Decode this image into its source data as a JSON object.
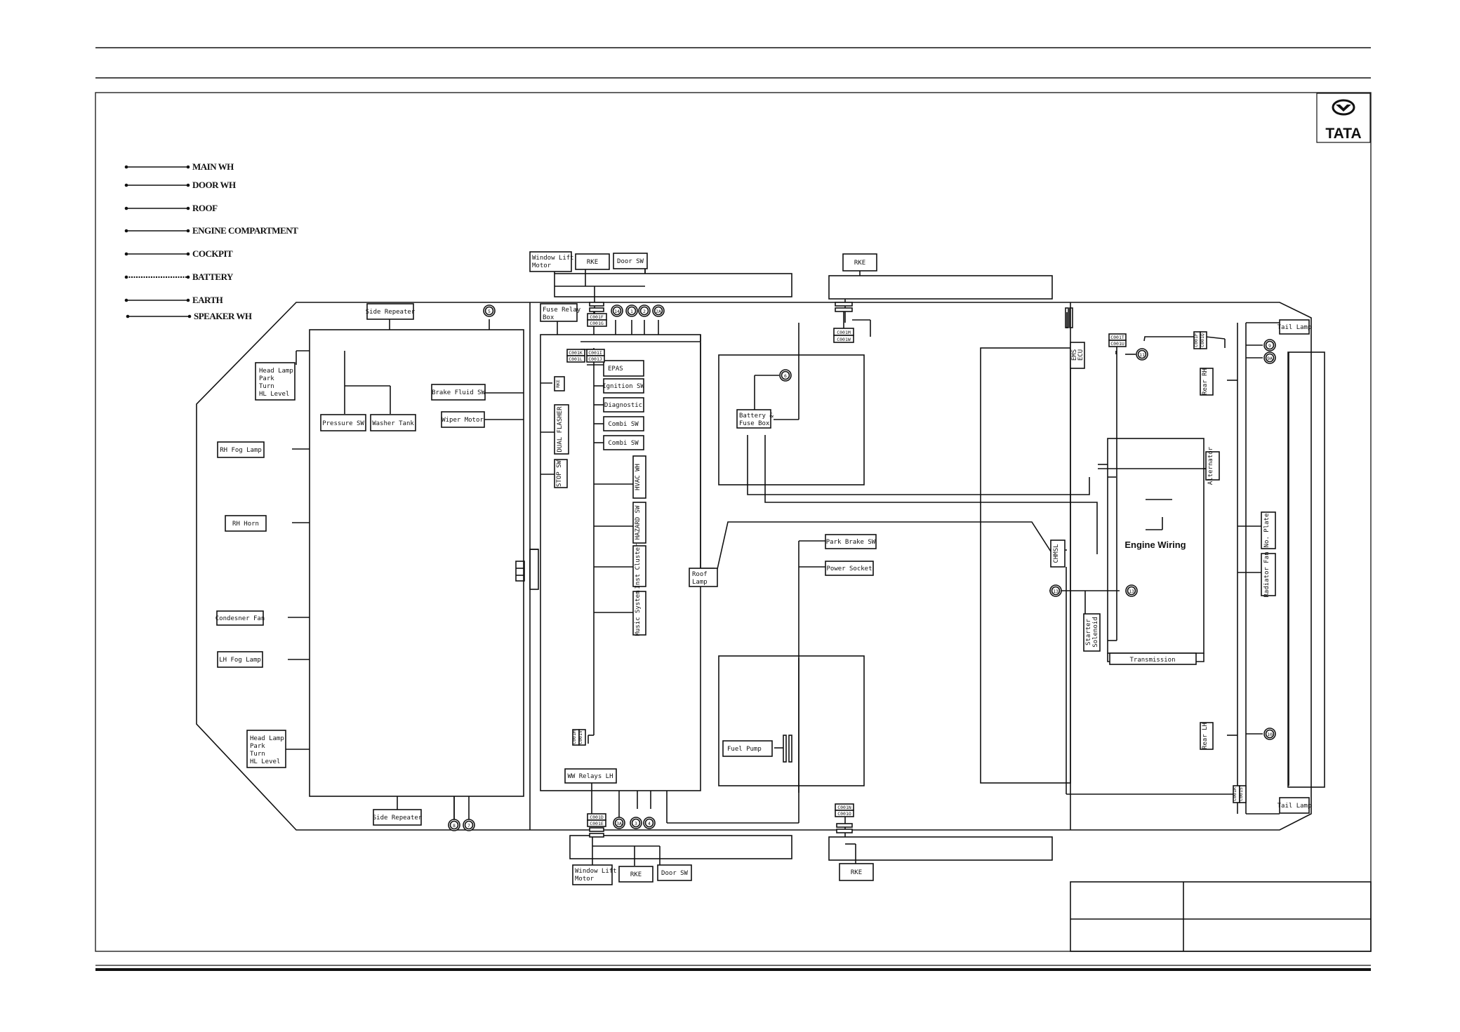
{
  "brand": {
    "logo_text": "TATA"
  },
  "legend": [
    {
      "label": "MAIN WH",
      "style": "solid"
    },
    {
      "label": "DOOR WH",
      "style": "solid"
    },
    {
      "label": "ROOF",
      "style": "solid"
    },
    {
      "label": "ENGINE COMPARTMENT",
      "style": "solid"
    },
    {
      "label": "COCKPIT",
      "style": "solid"
    },
    {
      "label": "BATTERY",
      "style": "dashed"
    },
    {
      "label": "EARTH",
      "style": "solid"
    },
    {
      "label": "SPEAKER WH",
      "style": "solid"
    }
  ],
  "front": {
    "side_repeater_top": "Side Repeater",
    "side_repeater_bottom": "Side Repeater",
    "head_lamp_top": [
      "Head Lamp",
      "Park",
      "Turn",
      "HL Level"
    ],
    "head_lamp_bottom": [
      "Head Lamp",
      "Park",
      "Turn",
      "HL Level"
    ],
    "rh_fog_lamp": "RH Fog Lamp",
    "rh_horn": "RH Horn",
    "condenser_fan": "Condesner Fan",
    "lh_fog_lamp": "LH Fog Lamp",
    "pressure_sw": "Pressure SW",
    "washer_tank": "Washer Tank",
    "brake_fluid_sw": "Brake Fluid SW",
    "wiper_motor": "Wiper Motor"
  },
  "cockpit": {
    "fuse_relay_box": [
      "Fuse Relay",
      "Box"
    ],
    "epas": "EPAS",
    "ignition_sw": "Ignition SW",
    "diagnostic": "Diagnostic",
    "combi_sw_1": "Combi SW",
    "combi_sw_2": "Combi SW",
    "rke_small": "RKE",
    "dual_flasher": "DUAL FLASHER",
    "stop_sw": "STOP SW",
    "hvac_wh": "HVAC WH",
    "hazard_sw": "HAZARD SW",
    "inst_cluster": "Inst Cluster",
    "music_system": "Music System",
    "ww_relays_lh": "WW Relays LH",
    "roof_lamp": [
      "Roof",
      "Lamp"
    ]
  },
  "doors": {
    "front_rh": {
      "window_lift": [
        "Window Lift",
        "Motor"
      ],
      "rke": "RKE",
      "door_sw": "Door SW"
    },
    "rear_rh": {
      "rke": "RKE"
    },
    "front_lh": {
      "window_lift": [
        "Window Lift",
        "Motor"
      ],
      "rke": "RKE",
      "door_sw": "Door SW"
    },
    "rear_lh": {
      "rke": "RKE"
    }
  },
  "middle": {
    "battery_fuse_box": [
      "Battery &",
      "Fuse Box"
    ],
    "park_brake_sw": "Park Brake SW",
    "power_socket": "Power Socket",
    "fuel_pump": "Fuel Pump"
  },
  "rear": {
    "ems_ecu": [
      "EMS",
      "ECU"
    ],
    "chmsl": "CHMSL",
    "starter_solenoid": [
      "Starter",
      "Solenoid"
    ],
    "engine_wiring": "Engine Wiring",
    "transmission": "Transmission",
    "alternator": "Alternator",
    "rear_rh": "Rear RH",
    "rear_lh": "Rear LH",
    "no_plate": "No. Plate",
    "radiator_fan": "Radiator Fan",
    "tail_lamp_top": "Tail Lamp",
    "tail_lamp_bottom": "Tail Lamp"
  },
  "earth_points": {
    "e5": "5",
    "e14": "14",
    "e1": "1",
    "e2": "2",
    "e2a": "2A",
    "e6": "6",
    "e11": "11",
    "e9": "9",
    "e9a": "9A",
    "e13a": "13",
    "e13b": "13",
    "e10": "10",
    "e8": "8",
    "e7": "7",
    "e3a": "3A",
    "e3": "3",
    "e4": "4"
  },
  "connectors": {
    "c_fuse_1": "C001F",
    "c_fuse_2": "C001G",
    "c_epas_1": "C001K",
    "c_epas_2": "C001L",
    "c_epas_3": "C001I",
    "c_epas_4": "C001J",
    "c_roof_1": "C001M",
    "c_roof_2": "C001W",
    "c_ems_1": "C001T",
    "c_ems_2": "C001U",
    "c_rear_1": "C001P",
    "c_rear_2": "C001Q",
    "c_cockpit_bot_1": "C001H",
    "c_cockpit_bot_2": "C001V",
    "c_door_bot_1": "C001D",
    "c_door_bot_2": "C001E",
    "c_rear_bot_1": "C001N",
    "c_rear_bot_2": "C001O",
    "c_tail_1": "C001R",
    "c_tail_2": "C001S"
  }
}
